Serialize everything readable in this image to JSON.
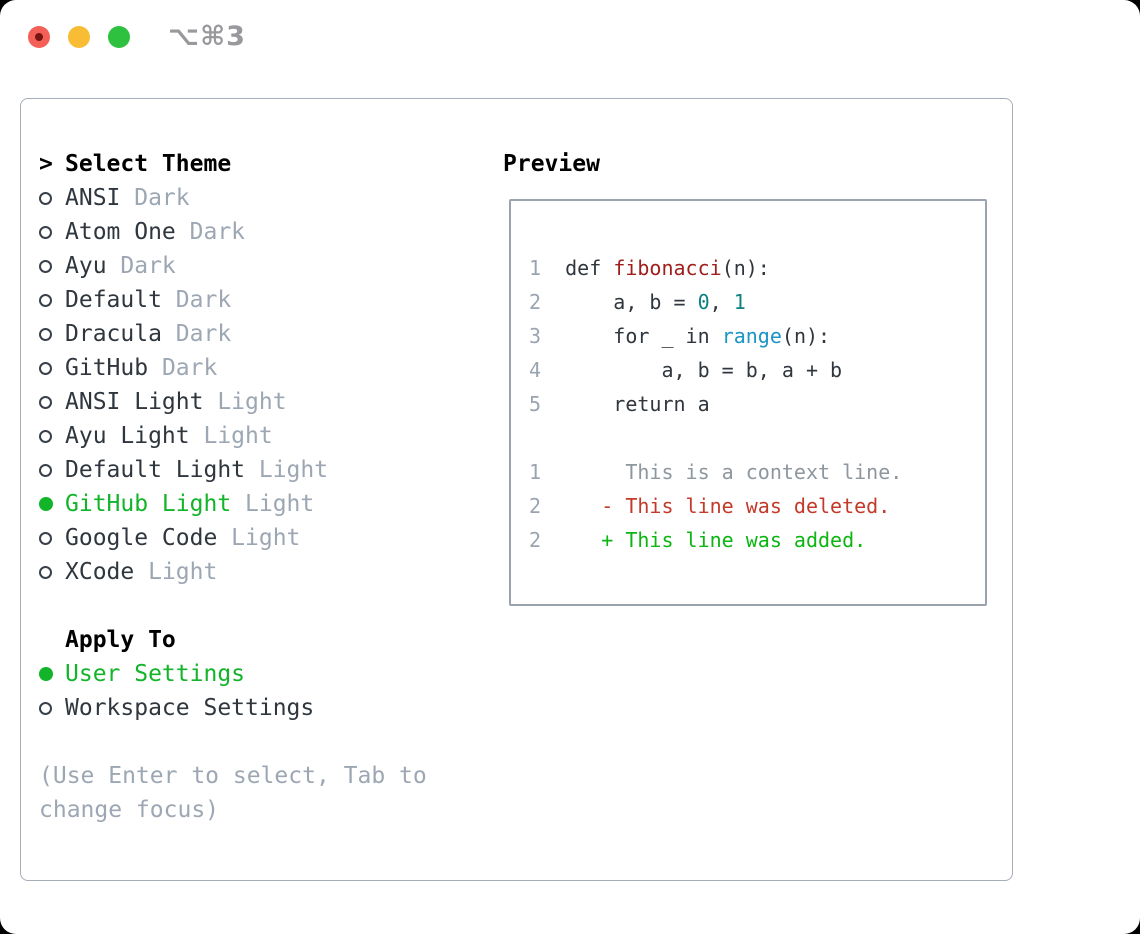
{
  "window": {
    "title": "⌥⌘3",
    "traffic_lights": [
      {
        "name": "close",
        "color": "#f45f57"
      },
      {
        "name": "minimize",
        "color": "#f9bd35"
      },
      {
        "name": "zoom",
        "color": "#2dc13f"
      }
    ]
  },
  "theme_picker": {
    "header": {
      "prompt": ">",
      "label": "Select Theme"
    },
    "items": [
      {
        "name": "ANSI",
        "variant": "Dark",
        "selected": false
      },
      {
        "name": "Atom One",
        "variant": "Dark",
        "selected": false
      },
      {
        "name": "Ayu",
        "variant": "Dark",
        "selected": false
      },
      {
        "name": "Default",
        "variant": "Dark",
        "selected": false
      },
      {
        "name": "Dracula",
        "variant": "Dark",
        "selected": false
      },
      {
        "name": "GitHub",
        "variant": "Dark",
        "selected": false
      },
      {
        "name": "ANSI Light",
        "variant": "Light",
        "selected": false
      },
      {
        "name": "Ayu Light",
        "variant": "Light",
        "selected": false
      },
      {
        "name": "Default Light",
        "variant": "Light",
        "selected": false
      },
      {
        "name": "GitHub Light",
        "variant": "Light",
        "selected": true
      },
      {
        "name": "Google Code",
        "variant": "Light",
        "selected": false
      },
      {
        "name": "XCode",
        "variant": "Light",
        "selected": false
      }
    ],
    "apply_to": {
      "label": "Apply To",
      "options": [
        {
          "name": "User Settings",
          "selected": true
        },
        {
          "name": "Workspace Settings",
          "selected": false
        }
      ]
    },
    "hint": "(Use Enter to select, Tab to change focus)"
  },
  "preview": {
    "label": "Preview",
    "code_lines": [
      {
        "segments": [
          {
            "t": "1",
            "c": "ln"
          },
          {
            "t": "  ",
            "c": "pl"
          },
          {
            "t": "def",
            "c": "kw"
          },
          {
            "t": " ",
            "c": "pl"
          },
          {
            "t": "fibonacci",
            "c": "ti"
          },
          {
            "t": "(n):",
            "c": "pl"
          }
        ]
      },
      {
        "segments": [
          {
            "t": "2",
            "c": "ln"
          },
          {
            "t": "      a, b = ",
            "c": "pl"
          },
          {
            "t": "0",
            "c": "nu"
          },
          {
            "t": ", ",
            "c": "pl"
          },
          {
            "t": "1",
            "c": "nu"
          }
        ]
      },
      {
        "segments": [
          {
            "t": "3",
            "c": "ln"
          },
          {
            "t": "      ",
            "c": "pl"
          },
          {
            "t": "for",
            "c": "kw"
          },
          {
            "t": " _ ",
            "c": "pl"
          },
          {
            "t": "in",
            "c": "kw"
          },
          {
            "t": " ",
            "c": "pl"
          },
          {
            "t": "range",
            "c": "bi"
          },
          {
            "t": "(n):",
            "c": "pl"
          }
        ]
      },
      {
        "segments": [
          {
            "t": "4",
            "c": "ln"
          },
          {
            "t": "          a, b = b, a + b",
            "c": "pl"
          }
        ]
      },
      {
        "segments": [
          {
            "t": "5",
            "c": "ln"
          },
          {
            "t": "      ",
            "c": "pl"
          },
          {
            "t": "return",
            "c": "kw"
          },
          {
            "t": " a",
            "c": "pl"
          }
        ]
      },
      {
        "segments": []
      },
      {
        "segments": [
          {
            "t": "1",
            "c": "ln"
          },
          {
            "t": "       ",
            "c": "pl"
          },
          {
            "t": "This is a context line.",
            "c": "cx"
          }
        ]
      },
      {
        "segments": [
          {
            "t": "2",
            "c": "ln"
          },
          {
            "t": "     ",
            "c": "pl"
          },
          {
            "t": "- This line was deleted.",
            "c": "de"
          }
        ]
      },
      {
        "segments": [
          {
            "t": "2",
            "c": "ln"
          },
          {
            "t": "     ",
            "c": "pl"
          },
          {
            "t": "+ This line was added.",
            "c": "ad"
          }
        ]
      }
    ]
  },
  "colors": {
    "accent_green": "#12b42a",
    "addition_green": "#0db512",
    "deletion_red": "#c43a2a",
    "function_red": "#a01f1c",
    "number_teal": "#0c8181",
    "builtin_blue": "#1b94c6",
    "text_dark": "#2f363d",
    "muted_gray": "#9da7b3",
    "context_gray": "#8e969e",
    "line_number_gray": "#9aa4b0",
    "border_gray": "#a4adb8",
    "box_border": "#9aa3ae",
    "title_gray": "#98989d",
    "traffic_red": "#f45f57",
    "traffic_yellow": "#f9bd35",
    "traffic_green": "#2dc13f"
  }
}
